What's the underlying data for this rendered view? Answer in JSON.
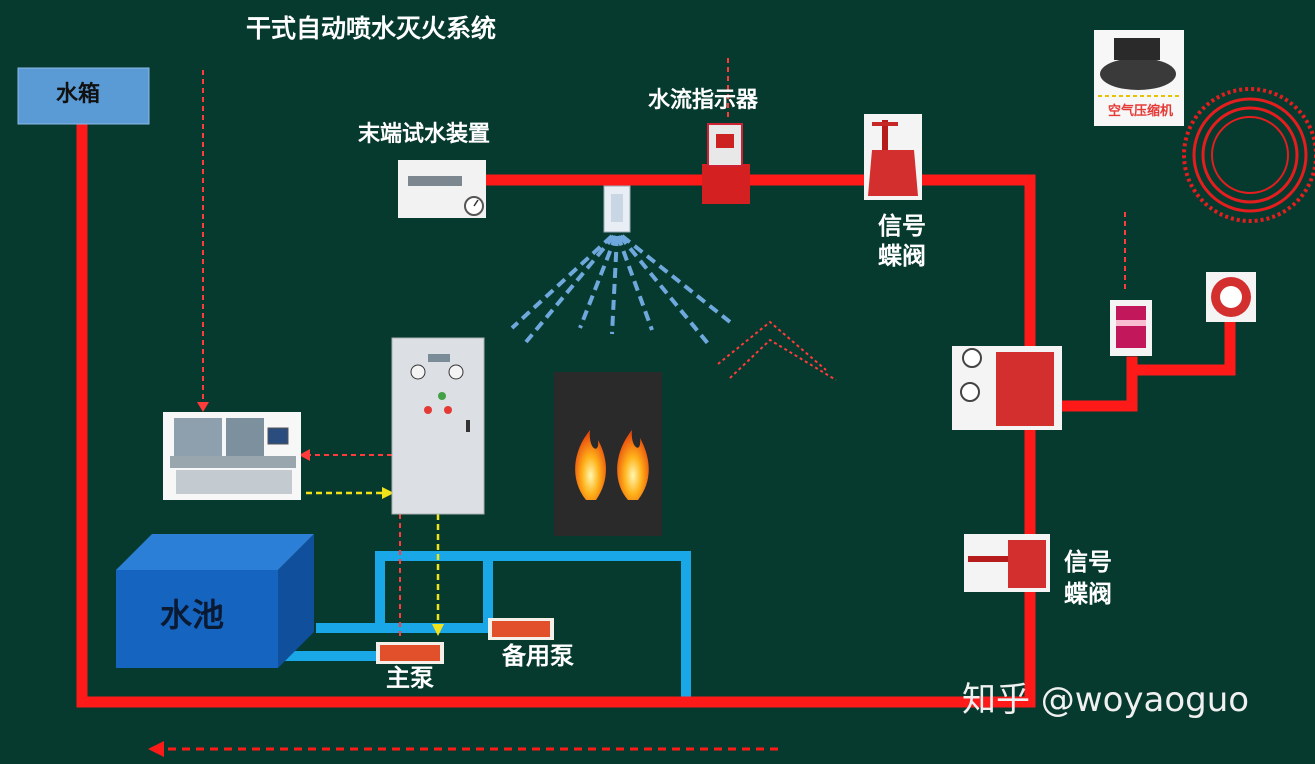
{
  "title": "干式自动喷水灭火系统",
  "labels": {
    "water_tank": "水箱",
    "end_test_device": "末端试水装置",
    "water_flow_indicator": "水流指示器",
    "signal_butterfly_valve_top_line1": "信号",
    "signal_butterfly_valve_top_line2": "蝶阀",
    "signal_butterfly_valve_bottom_line1": "信号",
    "signal_butterfly_valve_bottom_line2": "蝶阀",
    "air_compressor": "空气压缩机",
    "pool": "水池",
    "main_pump": "主泵",
    "backup_pump": "备用泵"
  },
  "watermark": "知乎 @woyaoguo",
  "colors": {
    "background": "#063a2e",
    "main_pipe": "#ff1a1a",
    "supply_pipe": "#1aa7e8",
    "signal_line": "#ff3b3b",
    "control_line": "#f2e21a",
    "spray": "#6fa8dc",
    "tank_box": "#5b9bd5",
    "pool_box": "#1565c0"
  },
  "icons": [
    "fire-icon",
    "sprinkler-icon",
    "gauge-icon",
    "alarm-bell-icon"
  ]
}
